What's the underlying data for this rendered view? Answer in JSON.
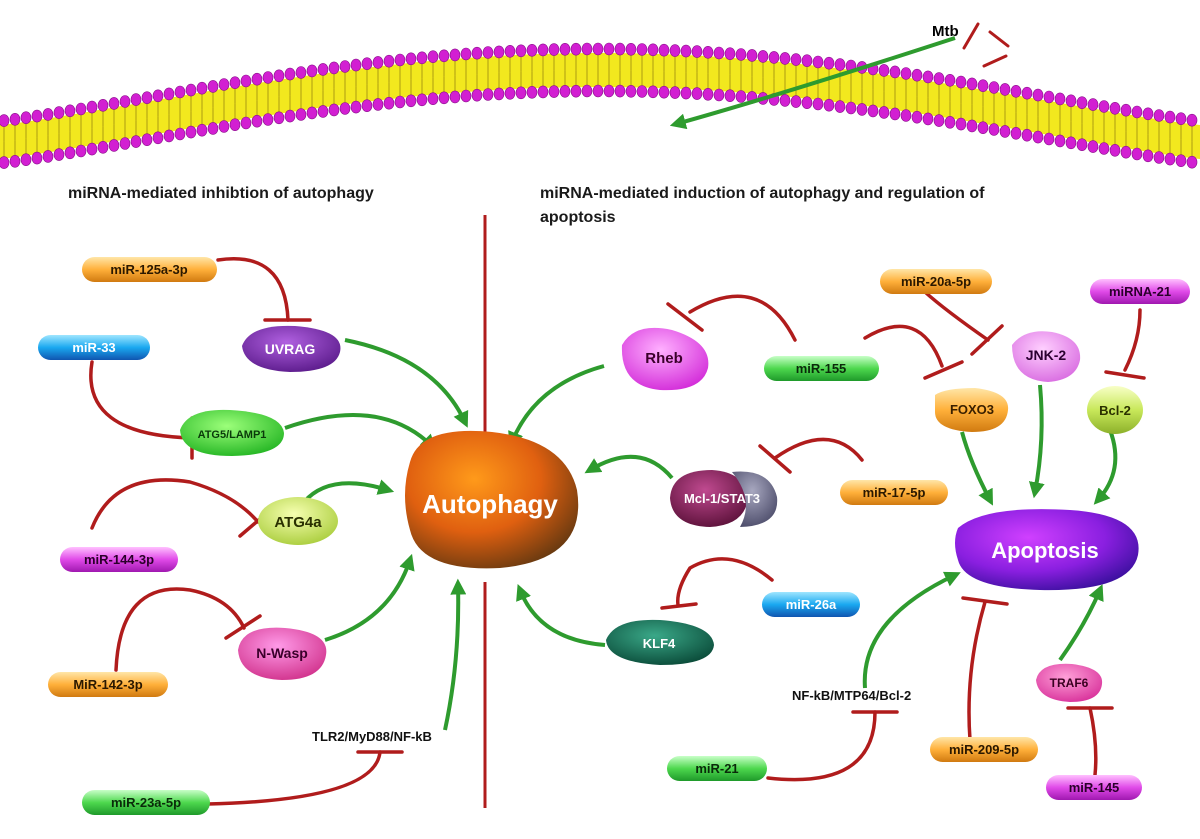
{
  "labels": {
    "mtb": "Mtb",
    "heading_left": "miRNA-mediated inhibtion of autophagy",
    "heading_right_line1": "miRNA-mediated induction of autophagy and regulation of",
    "heading_right_line2": "apoptosis",
    "tlr2": "TLR2/MyD88/NF-kB",
    "nfkb": "NF-kB/MTP64/Bcl-2"
  },
  "mirnas": {
    "mir125a": "miR-125a-3p",
    "mir33": "miR-33",
    "mir144": "miR-144-3p",
    "mir142": "MiR-142-3p",
    "mir23a": "miR-23a-5p",
    "mir155": "miR-155",
    "mir20a": "miR-20a-5p",
    "mirna21": "miRNA-21",
    "mir17": "miR-17-5p",
    "mir26a": "miR-26a",
    "mir21": "miR-21",
    "mir209": "miR-209-5p",
    "mir145": "miR-145"
  },
  "nodes": {
    "autophagy": "Autophagy",
    "apoptosis": "Apoptosis",
    "uvrag": "UVRAG",
    "atg5": "ATG5/LAMP1",
    "atg4a": "ATG4a",
    "nwasp": "N-Wasp",
    "rheb": "Rheb",
    "mcl1": "Mcl-1/STAT3",
    "klf4": "KLF4",
    "foxo3": "FOXO3",
    "jnk2": "JNK-2",
    "bcl2": "Bcl-2",
    "traf6": "TRAF6"
  },
  "colors": {
    "activation_arrow": "#2e9b2e",
    "inhibition": "#b01c1c",
    "membrane_head": "#d21fd2",
    "membrane_tail": "#f2e81e"
  }
}
